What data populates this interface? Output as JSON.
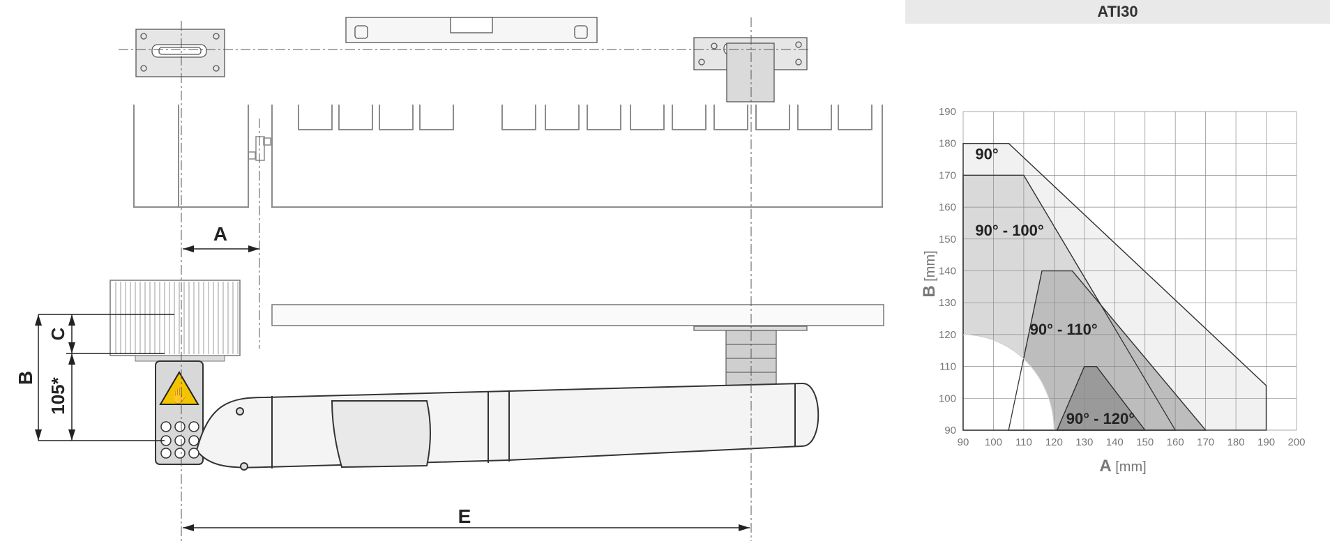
{
  "header": {
    "title": "ATI30"
  },
  "dimensions": {
    "a": "A",
    "b": "B",
    "c": "C",
    "d": "105*",
    "e": "E"
  },
  "colors": {
    "line": "#9a9a9a",
    "dark_line": "#333333",
    "warning_yellow": "#f2c500"
  },
  "chart_data": {
    "type": "area",
    "title": "ATI30",
    "xlabel": {
      "symbol": "A",
      "unit": "[mm]"
    },
    "ylabel": {
      "symbol": "B",
      "unit": "[mm]"
    },
    "xlim": [
      90,
      200
    ],
    "ylim": [
      90,
      190
    ],
    "xticks": [
      90,
      100,
      110,
      120,
      130,
      140,
      150,
      160,
      170,
      180,
      190,
      200
    ],
    "yticks": [
      90,
      100,
      110,
      120,
      130,
      140,
      150,
      160,
      170,
      180,
      190
    ],
    "grid": true,
    "excluded_region": {
      "shape": "quarter-circle",
      "center": [
        90,
        90
      ],
      "radius_a": 30,
      "radius_b": 30
    },
    "regions": [
      {
        "name": "90°",
        "fill": "#f1f1f1",
        "points": [
          [
            90,
            90
          ],
          [
            90,
            180
          ],
          [
            105,
            180
          ],
          [
            190,
            104
          ],
          [
            190,
            90
          ]
        ]
      },
      {
        "name": "90° - 100°",
        "fill": "#d9d9d9",
        "points": [
          [
            90,
            90
          ],
          [
            90,
            170
          ],
          [
            110,
            170
          ],
          [
            160,
            90
          ]
        ]
      },
      {
        "name": "90° - 110°",
        "fill": "#bdbdbd",
        "points": [
          [
            105,
            90
          ],
          [
            116,
            140
          ],
          [
            126,
            140
          ],
          [
            170,
            90
          ]
        ]
      },
      {
        "name": "90° - 120°",
        "fill": "#9a9a9a",
        "points": [
          [
            121,
            90
          ],
          [
            130,
            110
          ],
          [
            134,
            110
          ],
          [
            150,
            90
          ]
        ]
      }
    ],
    "labels": [
      {
        "text": "90°",
        "at": [
          94,
          175
        ]
      },
      {
        "text": "90° - 100°",
        "at": [
          94,
          151
        ]
      },
      {
        "text": "90° - 110°",
        "at": [
          112,
          120
        ]
      },
      {
        "text": "90° - 120°",
        "at": [
          124,
          92
        ]
      }
    ]
  }
}
